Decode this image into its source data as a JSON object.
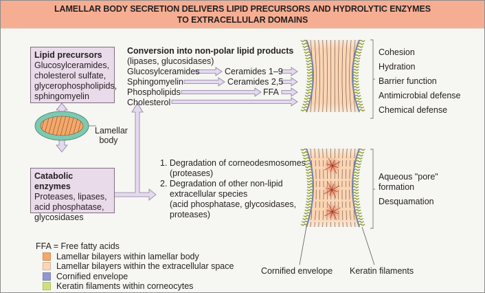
{
  "title": {
    "line1": "LAMELLAR BODY SECRETION DELIVERS LIPID PRECURSORS AND HYDROLYTIC ENZYMES",
    "line2": "TO EXTRACELLULAR DOMAINS"
  },
  "lipid_box": {
    "title": "Lipid precursors",
    "lines": [
      "Glucosylceramides,",
      "cholesterol sulfate,",
      "glycerophospholipids,",
      "sphingomyelin"
    ]
  },
  "lamellar_body_label": [
    "Lamellar",
    "body"
  ],
  "catabolic_box": {
    "title": "Catabolic enzymes",
    "lines": [
      "Proteases, lipases,",
      "acid phosphatase,",
      "glycosidases"
    ]
  },
  "conversion": {
    "title": "Conversion into non-polar lipid products",
    "subtitle": "(lipases, glucosidases)",
    "rows": [
      {
        "from": "Glucosylceramides",
        "to": "Ceramides 1–9"
      },
      {
        "from": "Sphingomyelin",
        "to": "Ceramides 2,5"
      },
      {
        "from": "Phospholipids",
        "to": "FFA"
      },
      {
        "from": "Cholesterol",
        "to": ""
      }
    ]
  },
  "top_functions": [
    "Cohesion",
    "Hydration",
    "Barrier function",
    "Antimicrobial defense",
    "Chemical defense"
  ],
  "degradation": [
    "1. Degradation of corneodesmosomes",
    "(proteases)",
    "2. Degradation of other non-lipid",
    "extracellular species",
    "(acid phosphatase, glycosidases,",
    "proteases)"
  ],
  "bottom_functions": [
    "Aqueous \"pore\"",
    "formation",
    "Desquamation"
  ],
  "callouts": {
    "left": "Cornified envelope",
    "right": "Keratin filaments"
  },
  "legend": {
    "abbrev": "FFA = Free fatty acids",
    "items": [
      {
        "label": "Lamellar bilayers within lamellar body",
        "color": "#f4a86a"
      },
      {
        "label": "Lamellar bilayers within the extracellular space",
        "color": "#fcd5b4"
      },
      {
        "label": "Cornified envelope",
        "color": "#8f9bd0"
      },
      {
        "label": "Keratin filaments within corneocytes",
        "color": "#cfe07a"
      }
    ]
  },
  "colors": {
    "header": "#f6ae93",
    "box": "#eadbea",
    "arrow_fill": "#e4daf0",
    "lamellar_body_outer": "#7ccab0",
    "lamellar_body_inner": "#f4a86a",
    "extracellular": "#fcd5b4",
    "envelope": "#6f7cc0",
    "keratin": "#a9b64a",
    "pore": "#f26a4a"
  }
}
